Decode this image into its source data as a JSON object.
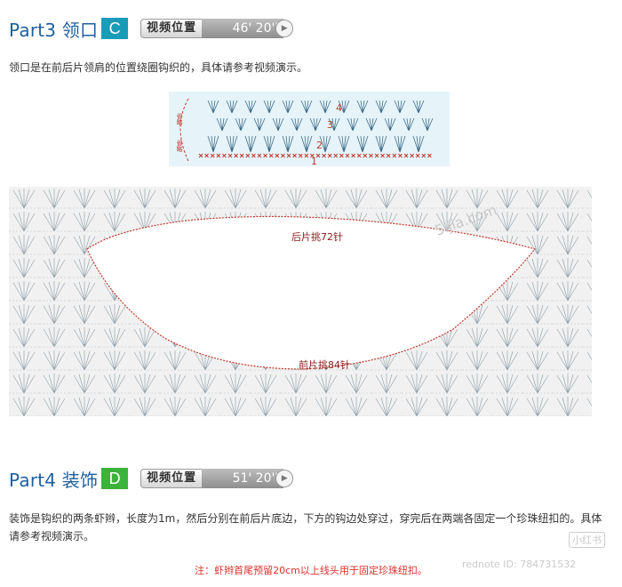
{
  "part3": {
    "title": "Part3 领口",
    "badge": "C",
    "video_label": "视频位置",
    "video_time": "46' 20''",
    "description": "领口是在前后片领肩的位置绕圈钩织的，具体请参考视频演示。"
  },
  "small_diagram": {
    "side_label_top": "省略",
    "side_label_bottom": "省略",
    "row_labels": [
      "4",
      "3",
      "2",
      "1"
    ]
  },
  "big_diagram": {
    "back_label": "后片挑72针",
    "front_label": "前片挑84针"
  },
  "part4": {
    "title": "Part4 装饰",
    "badge": "D",
    "video_label": "视频位置",
    "video_time": "51' 20''",
    "description": "装饰是钩织的两条虾辫，长度为1m，然后分别在前后片底边，下方的钩边处穿过，穿完后在两端各固定一个珍珠纽扣的。具体请参考视频演示。",
    "note": "注：虾辫首尾预留20cm以上线头用于固定珍珠纽扣。"
  },
  "watermarks": {
    "site": "5ijia.com",
    "brand": "小红书",
    "id": "rednote ID: 784731532"
  },
  "colors": {
    "title_blue": "#1f5f9e",
    "badge_c": "#1a9bb8",
    "badge_d": "#3bb33b",
    "stitch_red": "#c0392b",
    "note_red": "#d9312b"
  }
}
